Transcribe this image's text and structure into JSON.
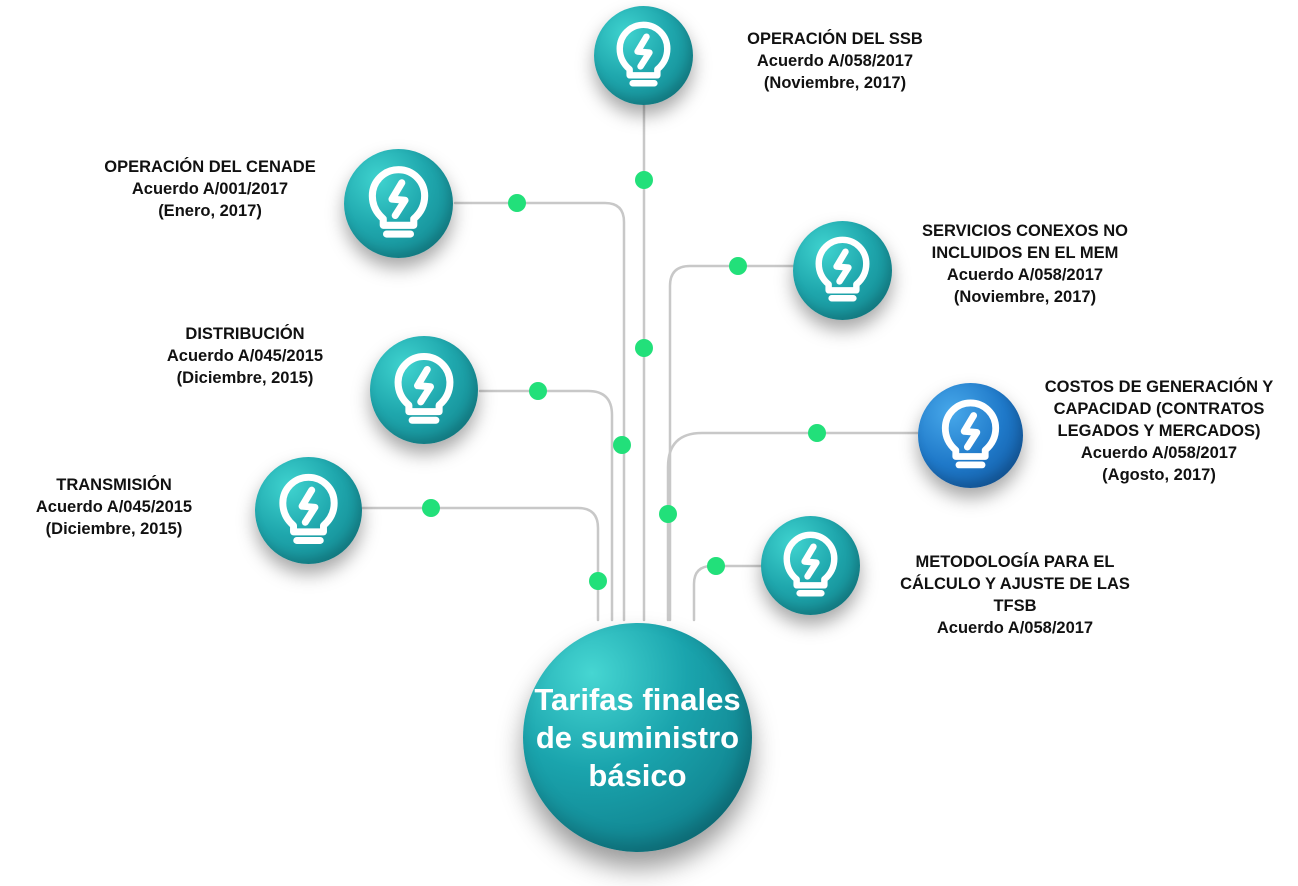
{
  "center": {
    "title": "Tarifas finales de suministro básico"
  },
  "nodes": [
    {
      "id": "ssb",
      "icon": "lightbulb-icon",
      "lines": [
        "OPERACIÓN DEL SSB",
        "Acuerdo A/058/2017",
        "(Noviembre, 2017)"
      ]
    },
    {
      "id": "cenade",
      "icon": "lightbulb-icon",
      "lines": [
        "OPERACIÓN DEL CENADE",
        "Acuerdo A/001/2017",
        "(Enero, 2017)"
      ]
    },
    {
      "id": "servicios",
      "icon": "lightbulb-icon",
      "lines": [
        "SERVICIOS CONEXOS NO",
        "INCLUIDOS EN EL MEM",
        "Acuerdo A/058/2017",
        "(Noviembre, 2017)"
      ]
    },
    {
      "id": "distribucion",
      "icon": "lightbulb-icon",
      "lines": [
        "DISTRIBUCIÓN",
        "Acuerdo A/045/2015",
        "(Diciembre, 2015)"
      ]
    },
    {
      "id": "costos",
      "icon": "lightbulb-icon",
      "lines": [
        "COSTOS DE GENERACIÓN Y",
        "CAPACIDAD (CONTRATOS",
        "LEGADOS Y MERCADOS)",
        "Acuerdo A/058/2017",
        "(Agosto, 2017)"
      ]
    },
    {
      "id": "transmision",
      "icon": "lightbulb-icon",
      "lines": [
        "TRANSMISIÓN",
        "Acuerdo A/045/2015",
        "(Diciembre, 2015)"
      ]
    },
    {
      "id": "metodologia",
      "icon": "lightbulb-icon",
      "lines": [
        "METODOLOGÍA PARA EL",
        "CÁLCULO Y AJUSTE DE LAS",
        "TFSB",
        "Acuerdo A/058/2017"
      ]
    }
  ],
  "colors": {
    "teal": "#1fa7ad",
    "blue": "#1f79c9",
    "connector": "#c8c8c8",
    "dot": "#22e07a"
  }
}
